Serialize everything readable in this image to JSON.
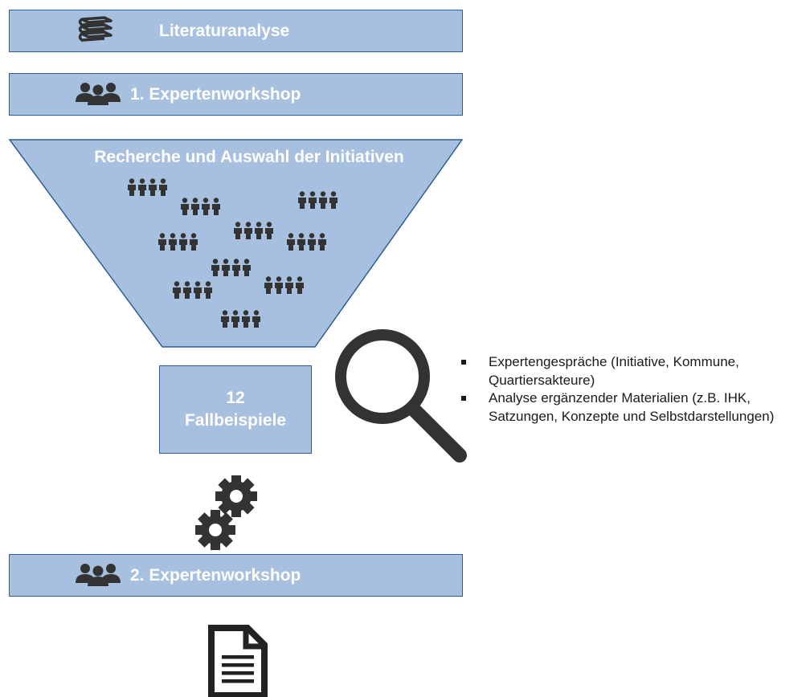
{
  "steps": {
    "literature": "Literaturanalyse",
    "workshop1": "1. Expertenworkshop",
    "funnel_title": "Recherche und Auswahl der Initiativen",
    "cases_number": "12",
    "cases_label": "Fallbeispiele",
    "workshop2": "2. Expertenworkshop"
  },
  "analysis_bullets": [
    "Expertengespräche (Initiative, Kommune, Quartiersakteure)",
    "Analyse ergänzender Materialien (z.B. IHK, Satzungen, Konzepte und Selbstdarstellungen)"
  ],
  "icons": {
    "literature": "books-icon",
    "workshop": "people-group-icon",
    "initiatives": "people-row-icon",
    "analysis": "magnifier-icon",
    "processing": "gears-icon",
    "result": "document-icon"
  },
  "colors": {
    "fill": "#a7c0e0",
    "stroke": "#2e5f94",
    "icon": "#333333",
    "text_light": "#ffffff"
  }
}
